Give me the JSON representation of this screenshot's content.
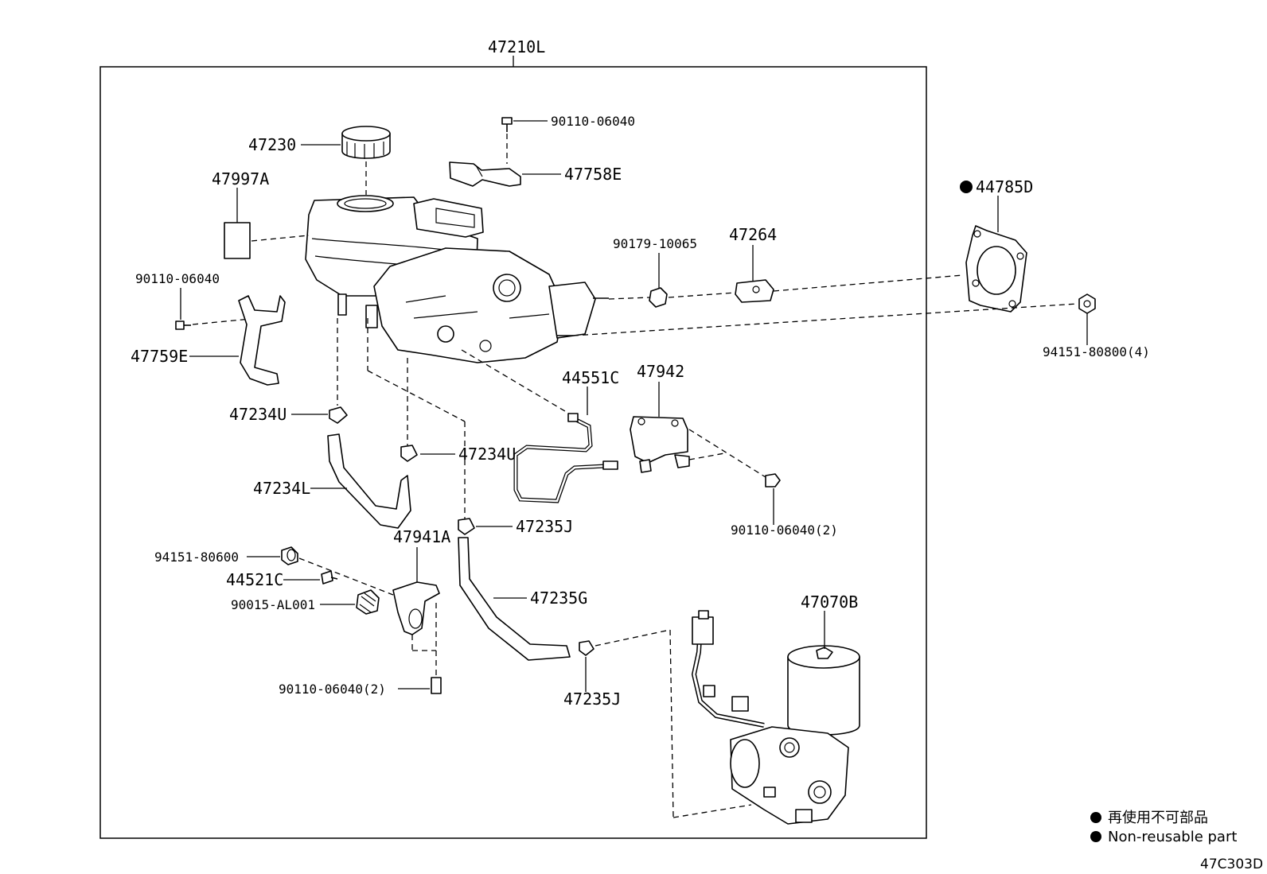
{
  "assembly_label": "47210L",
  "parts": [
    {
      "id": "p47230",
      "number": "47230"
    },
    {
      "id": "p90110_top",
      "number": "90110-06040"
    },
    {
      "id": "p47758E",
      "number": "47758E"
    },
    {
      "id": "p47997A",
      "number": "47997A"
    },
    {
      "id": "p90110_left",
      "number": "90110-06040"
    },
    {
      "id": "p47759E",
      "number": "47759E"
    },
    {
      "id": "p90179",
      "number": "90179-10065"
    },
    {
      "id": "p47264",
      "number": "47264"
    },
    {
      "id": "p44785D",
      "number": "44785D"
    },
    {
      "id": "p94151_808",
      "number": "94151-80800(4)"
    },
    {
      "id": "p44551C",
      "number": "44551C"
    },
    {
      "id": "p47942",
      "number": "47942"
    },
    {
      "id": "p47234U_a",
      "number": "47234U"
    },
    {
      "id": "p47234U_b",
      "number": "47234U"
    },
    {
      "id": "p47234L",
      "number": "47234L"
    },
    {
      "id": "p47235J_a",
      "number": "47235J"
    },
    {
      "id": "p90110_2a",
      "number": "90110-06040(2)"
    },
    {
      "id": "p47941A",
      "number": "47941A"
    },
    {
      "id": "p94151_806",
      "number": "94151-80600"
    },
    {
      "id": "p44521C",
      "number": "44521C"
    },
    {
      "id": "p90015",
      "number": "90015-AL001"
    },
    {
      "id": "p47235G",
      "number": "47235G"
    },
    {
      "id": "p47070B",
      "number": "47070B"
    },
    {
      "id": "p90110_2b",
      "number": "90110-06040(2)"
    },
    {
      "id": "p47235J_b",
      "number": "47235J"
    }
  ],
  "legend": {
    "japanese": "再使用不可部品",
    "english": "Non-reusable part"
  },
  "diagram_code": "47C303D"
}
